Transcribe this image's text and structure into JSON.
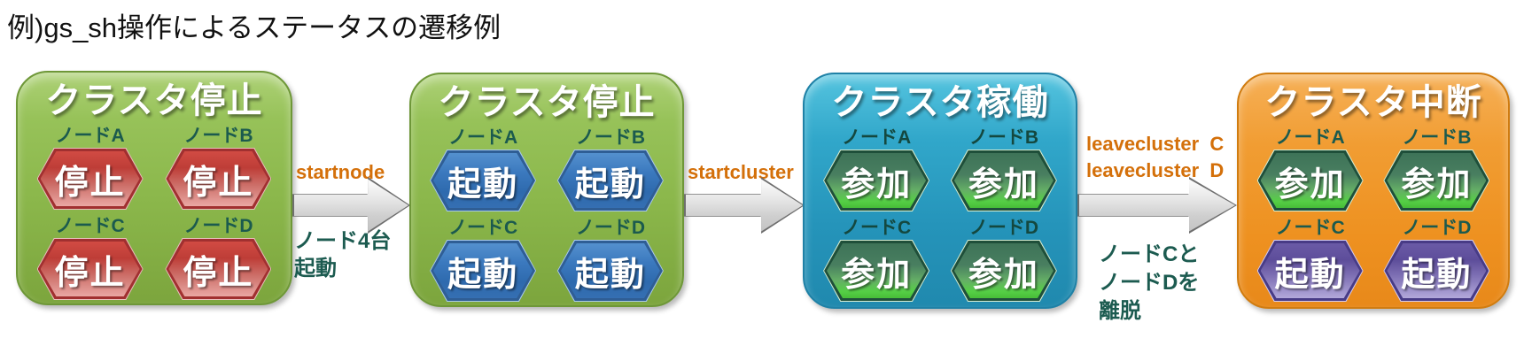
{
  "page_title": "例)gs_sh操作によるステータスの遷移例",
  "clusters": [
    {
      "title": "クラスタ停止",
      "nodes": [
        {
          "label": "ノードA",
          "status": "停止"
        },
        {
          "label": "ノードB",
          "status": "停止"
        },
        {
          "label": "ノードC",
          "status": "停止"
        },
        {
          "label": "ノードD",
          "status": "停止"
        }
      ]
    },
    {
      "title": "クラスタ停止",
      "nodes": [
        {
          "label": "ノードA",
          "status": "起動"
        },
        {
          "label": "ノードB",
          "status": "起動"
        },
        {
          "label": "ノードC",
          "status": "起動"
        },
        {
          "label": "ノードD",
          "status": "起動"
        }
      ]
    },
    {
      "title": "クラスタ稼働",
      "nodes": [
        {
          "label": "ノードA",
          "status": "参加"
        },
        {
          "label": "ノードB",
          "status": "参加"
        },
        {
          "label": "ノードC",
          "status": "参加"
        },
        {
          "label": "ノードD",
          "status": "参加"
        }
      ]
    },
    {
      "title": "クラスタ中断",
      "nodes": [
        {
          "label": "ノードA",
          "status": "参加"
        },
        {
          "label": "ノードB",
          "status": "参加"
        },
        {
          "label": "ノードC",
          "status": "起動"
        },
        {
          "label": "ノードD",
          "status": "起動"
        }
      ]
    }
  ],
  "transitions": [
    {
      "commands": [
        "startnode"
      ],
      "description": [
        "ノード4台",
        "起動"
      ]
    },
    {
      "commands": [
        "startcluster"
      ],
      "description": []
    },
    {
      "commands": [
        "leavecluster  C",
        "leavecluster  D"
      ],
      "description": [
        "ノードCと",
        "ノードDを",
        "離脱"
      ]
    }
  ],
  "colors": {
    "green_box": "#8bb74b",
    "teal_box": "#2594ba",
    "orange_box": "#ee9120",
    "stop_hexagon": "#be3d37",
    "boot_hexagon": "#3b79be",
    "join_hexagon": "#47bd38",
    "suspend_boot_hexagon": "#5d4d9a",
    "command_text": "#d4700a",
    "note_text": "#1c5b50",
    "arrow_fill": "#d9d9d9"
  }
}
